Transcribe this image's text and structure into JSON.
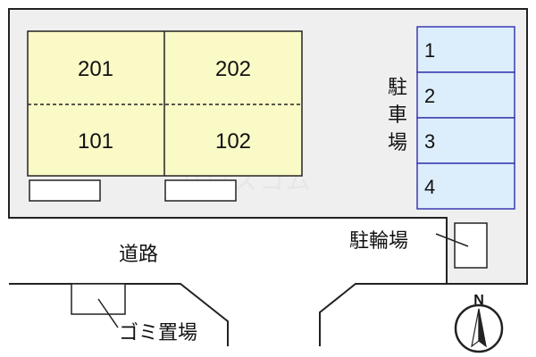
{
  "units": {
    "r201": "201",
    "r202": "202",
    "r101": "101",
    "r102": "102"
  },
  "parking": {
    "label_chars": [
      "駐",
      "車",
      "場"
    ],
    "slots": [
      "1",
      "2",
      "3",
      "4"
    ]
  },
  "bicycle_parking": "駐輪場",
  "road": "道路",
  "garbage": "ゴミ置場",
  "compass": "N",
  "watermark": "ハウスコム",
  "colors": {
    "lot_fill": "#efefef",
    "building_fill": "#fafac7",
    "parking_fill": "#dceefc",
    "parking_stroke": "#3a3ab0",
    "line": "#222222"
  }
}
